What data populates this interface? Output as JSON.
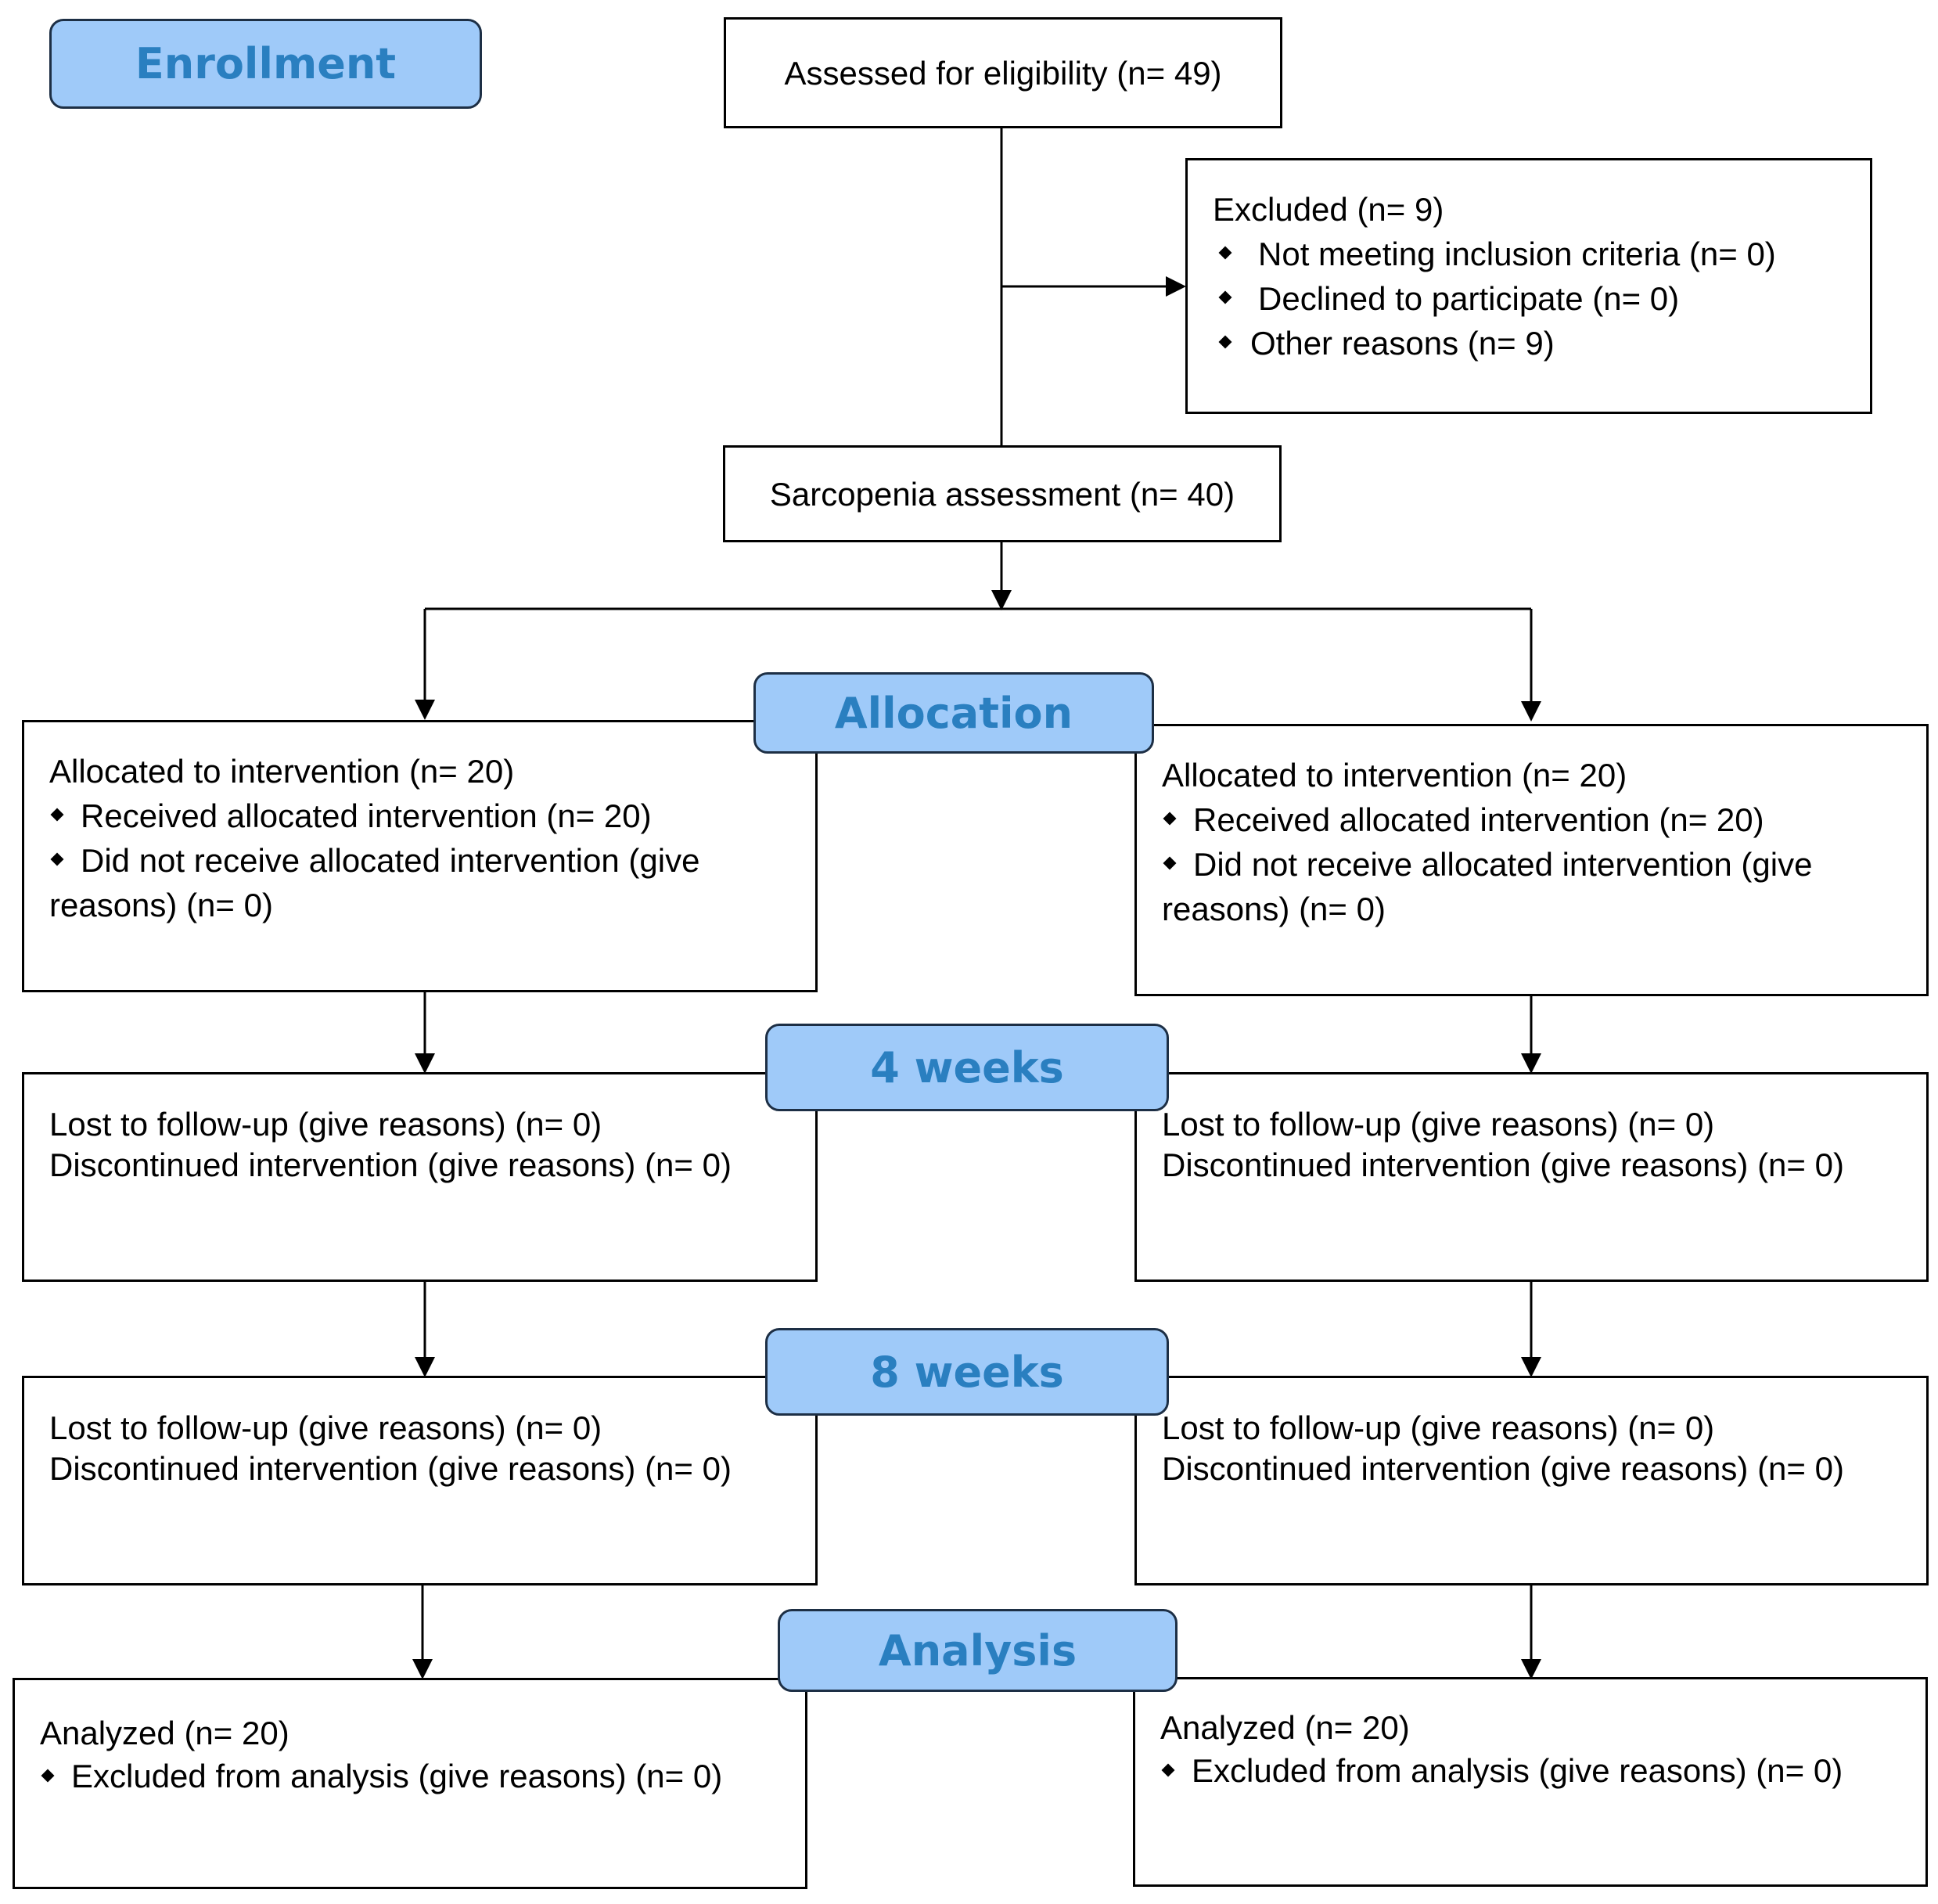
{
  "stages": {
    "enrollment": "Enrollment",
    "allocation": "Allocation",
    "week4": "4 weeks",
    "week8": "8 weeks",
    "analysis": "Analysis"
  },
  "assessed": "Assessed for eligibility (n= 49)",
  "excluded": {
    "title": "Excluded  (n= 9)",
    "items": [
      "Not meeting inclusion criteria (n= 0)",
      "Declined to participate (n= 0)",
      "Other reasons (n= 9)"
    ]
  },
  "sarcopenia": "Sarcopenia assessment (n= 40)",
  "left": {
    "allocated": {
      "title": "Allocated to intervention (n= 20)",
      "received": "Received allocated intervention (n= 20)",
      "not_received": "Did not receive allocated intervention (give reasons) (n= 0)"
    },
    "week4": {
      "lost": "Lost to follow-up (give reasons) (n= 0)",
      "discontinued": "Discontinued intervention (give reasons) (n= 0)"
    },
    "week8": {
      "lost": "Lost to follow-up (give reasons) (n= 0)",
      "discontinued": "Discontinued intervention (give reasons) (n= 0)"
    },
    "analysis": {
      "title": "Analyzed  (n= 20)",
      "excluded": "Excluded from analysis (give reasons) (n= 0)"
    }
  },
  "right": {
    "allocated": {
      "title": "Allocated to intervention (n= 20)",
      "received": "Received allocated intervention (n= 20)",
      "not_received": "Did not receive allocated intervention (give reasons) (n= 0)"
    },
    "week4": {
      "lost": "Lost to follow-up (give reasons) (n= 0)",
      "discontinued": "Discontinued intervention (give reasons) (n= 0)"
    },
    "week8": {
      "lost": "Lost to follow-up (give reasons) (n= 0)",
      "discontinued": "Discontinued intervention (give reasons) (n= 0)"
    },
    "analysis": {
      "title": "Analyzed  (n= 20)",
      "excluded": "Excluded from analysis (give reasons) (n= 0)"
    }
  },
  "colors": {
    "stage_fill": "#9fcaf9",
    "stage_text": "#2a7fc0",
    "stage_border": "#1d2f45",
    "line": "#000000"
  }
}
